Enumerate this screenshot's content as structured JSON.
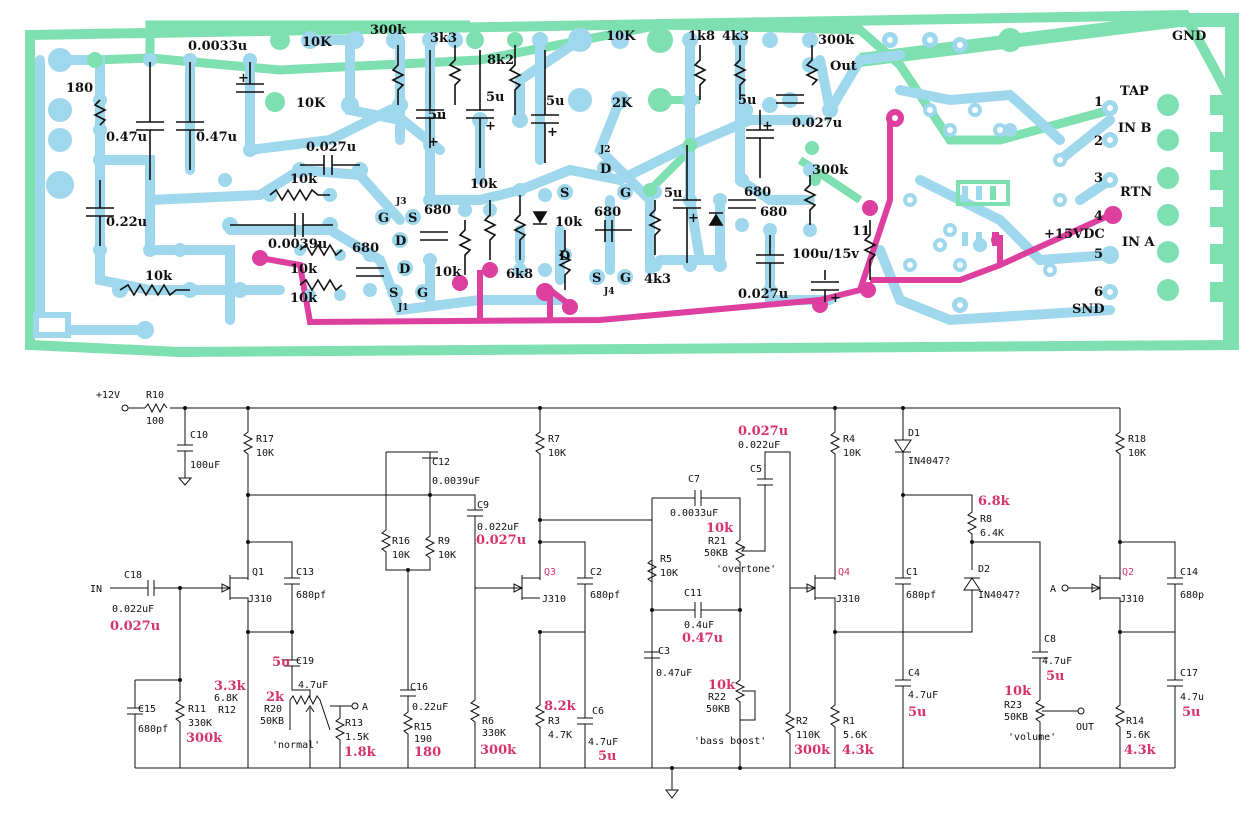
{
  "colors": {
    "trace_blue": "#9fd7ec",
    "trace_green": "#7ee0b0",
    "trace_pink": "#dd3f9f",
    "ink": "#111111",
    "annotation_red": "#d6336c"
  },
  "pcb": {
    "gnd": "GND",
    "out": "Out",
    "ports": {
      "tap": "TAP",
      "in_b": "IN B",
      "rtn": "RTN",
      "vdc": "+15VDC",
      "in_a": "IN A",
      "snd": "SND"
    },
    "pins": [
      "1",
      "2",
      "3",
      "4",
      "5",
      "6",
      "11"
    ],
    "values": {
      "r180": "180",
      "c047a": "0.47u",
      "c047b": "0.47u",
      "c022": "0.22u",
      "r10k_bl": "10k",
      "c00033": "0.0033u",
      "r10k_top1": "10K",
      "r10k_top2": "10K",
      "r300k_top": "300k",
      "r3k3": "3k3",
      "r8k2": "8k2",
      "c5u_a": "5u",
      "c5u_b": "5u",
      "c5u_c": "5u",
      "r10k_top3": "10K",
      "r2k": "2K",
      "r1k8": "1k8",
      "r4k3_top": "4k3",
      "c5u_d": "5u",
      "r300k_tr": "300k",
      "c0027_a": "0.027u",
      "c0027_b": "0.027u",
      "r10k_m1": "10k",
      "r10k_m2": "10k",
      "r10k_m3": "10k",
      "c0039": "0.0039u",
      "r10k_m4": "10k",
      "r10k_m5": "10k",
      "c680_a": "680",
      "c680_b": "680",
      "c680_c": "680",
      "c680_d": "680",
      "c680_e": "680",
      "r10k_b1": "10k",
      "r6k8": "6k8",
      "r10k_b2": "10k",
      "r4k3_b": "4k3",
      "c5u_e": "5u",
      "r300k_m": "300k",
      "c100u": "100u/15v",
      "c0027_c": "0.027u"
    },
    "jfet": {
      "j1": "J1",
      "j2": "J2",
      "j3": "J3",
      "j4": "J4",
      "s": "S",
      "g": "G",
      "d": "D"
    }
  },
  "schematic": {
    "supply": "+12V",
    "parts": {
      "R10": "R10",
      "R10v": "100",
      "C10": "C10",
      "C10v": "100uF",
      "R17": "R17",
      "R17v": "10K",
      "C12": "C12",
      "C12v": "0.0039uF",
      "C9": "C9",
      "C9v": "0.022uF",
      "R16": "R16",
      "R16v": "10K",
      "R9": "R9",
      "R9v": "10K",
      "IN": "IN",
      "C18": "C18",
      "C18v": "0.022uF",
      "Q1": "Q1",
      "Q1v": "J310",
      "C13": "C13",
      "C13v": "680pf",
      "C19": "C19",
      "C19v": "4.7uF",
      "R20": "R20",
      "R20v": "50KB",
      "R20n": "'normal'",
      "R13": "R13",
      "R13v": "1.5K",
      "A1": "A",
      "C15": "C15",
      "C15v": "680pf",
      "R11": "R11",
      "R11v": "330K",
      "R12": "R12",
      "R12v": "6.8K",
      "C16": "C16",
      "C16v": "0.22uF",
      "R15": "R15",
      "R15v": "190",
      "R6": "R6",
      "R6v": "330K",
      "R7": "R7",
      "R7v": "10K",
      "Q3": "Q3",
      "Q3v": "J310",
      "C2": "C2",
      "C2v": "680pf",
      "R3": "R3",
      "R3v": "4.7K",
      "C6": "C6",
      "C6v": "4.7uF",
      "C7": "C7",
      "C7v": "0.0033uF",
      "C5": "C5",
      "C5v": "0.022uF",
      "R21": "R21",
      "R21v": "50KB",
      "R21n": "'overtone'",
      "R5": "R5",
      "R5v": "10K",
      "C11": "C11",
      "C11v": "0.4uF",
      "C3": "C3",
      "C3v": "0.47uF",
      "R22": "R22",
      "R22v": "50KB",
      "R22n": "'bass boost'",
      "R2": "R2",
      "R2v": "110K",
      "R4": "R4",
      "R4v": "10K",
      "Q4": "Q4",
      "Q4v": "J310",
      "R1": "R1",
      "R1v": "5.6K",
      "D1": "D1",
      "D1v": "IN4047?",
      "C1": "C1",
      "C1v": "680pf",
      "C4": "C4",
      "C4v": "4.7uF",
      "R8": "R8",
      "R8v": "6.4K",
      "D2": "D2",
      "D2v": "IN4047?",
      "C8": "C8",
      "C8v": "4.7uF",
      "R23": "R23",
      "R23v": "50KB",
      "R23n": "'volume'",
      "OUT": "OUT",
      "R18": "R18",
      "R18v": "10K",
      "Q2": "Q2",
      "Q2v": "J310",
      "A2": "A",
      "C14": "C14",
      "C14v": "680p",
      "C17": "C17",
      "C17v": "4.7u",
      "R14": "R14",
      "R14v": "5.6K"
    },
    "annotations": {
      "c18": "0.027u",
      "r12": "3.3k",
      "r20": "2k",
      "c19": "5u",
      "r11": "300k",
      "r13": "1.8k",
      "r15": "180",
      "c9": "0.027u",
      "r6": "300k",
      "r3": "8.2k",
      "c6": "5u",
      "c5": "0.027u",
      "r21": "10k",
      "c11": "0.47u",
      "r22": "10k",
      "r2": "300k",
      "r8": "6.8k",
      "c4": "5u",
      "r1": "4.3k",
      "r23": "10k",
      "c8": "5u",
      "c17": "5u",
      "r14": "4.3k"
    }
  }
}
